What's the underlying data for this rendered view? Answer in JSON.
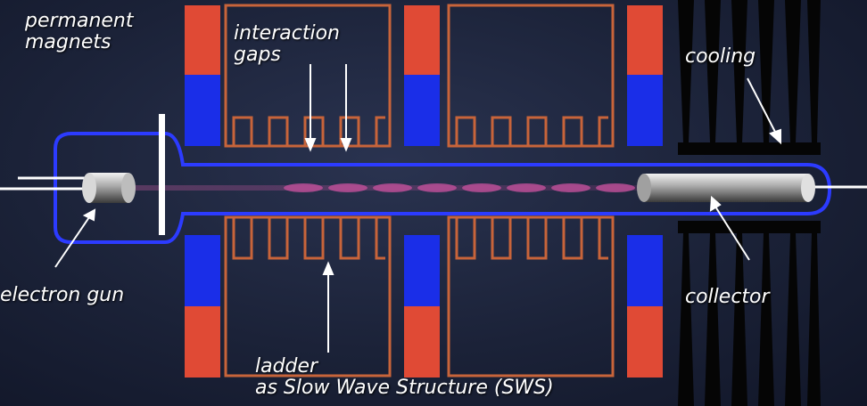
{
  "labels": {
    "permanent_magnets": [
      "permanent",
      "magnets"
    ],
    "interaction_gaps": [
      "interaction",
      "gaps"
    ],
    "cooling": "cooling",
    "collector": "collector",
    "electron_gun": "electron gun",
    "ladder": [
      "ladder",
      "as Slow Wave Structure (SWS)"
    ]
  },
  "colors": {
    "background": "#1b2238",
    "magnet_red": "#e04a35",
    "magnet_blue": "#1a2ee8",
    "ladder_orange": "#c8643a",
    "tube_blue": "#2c3bff",
    "cooling_fins": "#000000",
    "beam_magenta": "#c0509a"
  },
  "icons": [
    "electron-gun-cylinder",
    "collector-cylinder",
    "cooling-fin"
  ]
}
